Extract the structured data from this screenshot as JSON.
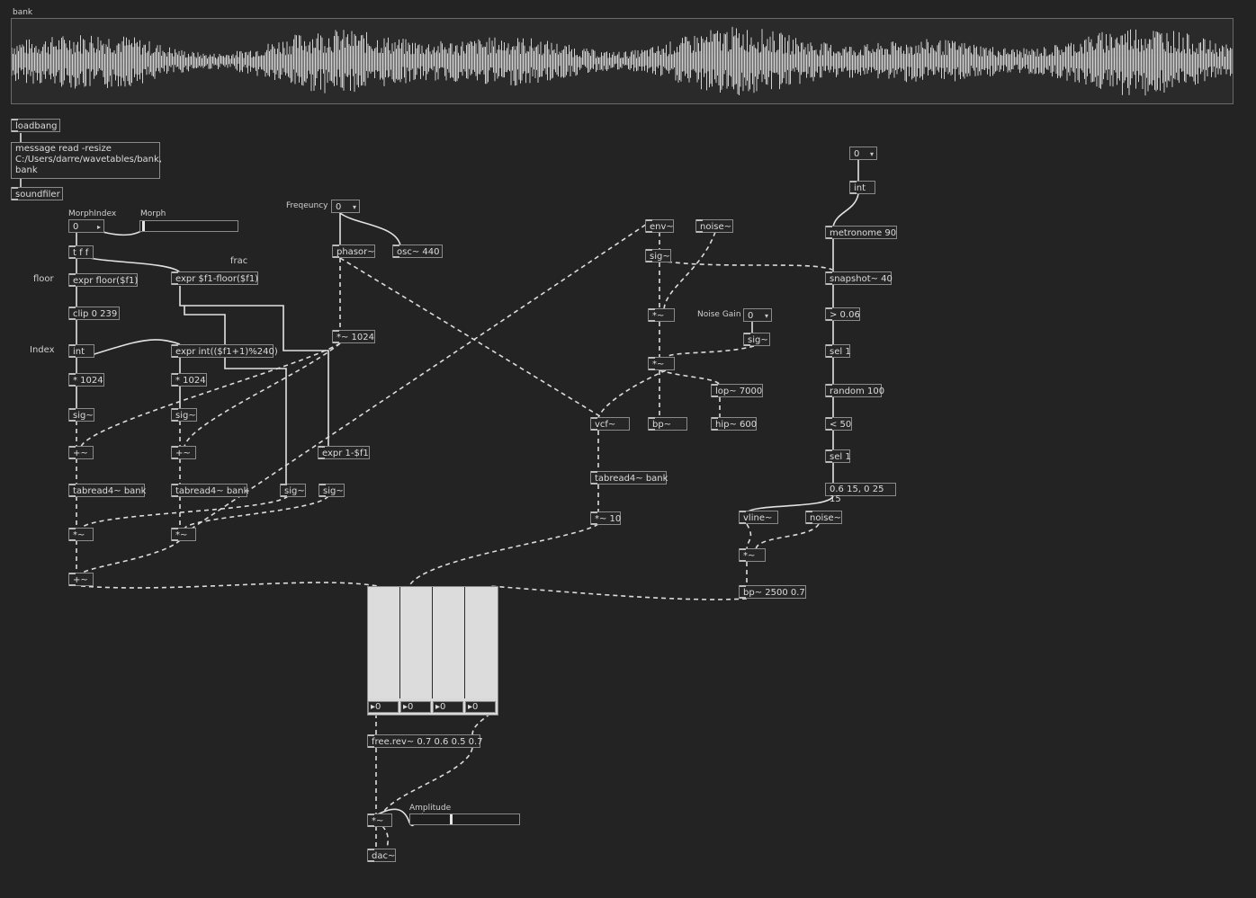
{
  "bank": {
    "label": "bank"
  },
  "labels": {
    "floor": "floor",
    "index": "Index",
    "frac": "frac",
    "morphindex": "MorphIndex",
    "morph": "Morph",
    "frequency": "Freqeuncy",
    "noise_gain": "Noise Gain",
    "amplitude": "Amplitude"
  },
  "objects": {
    "loadbang": "loadbang",
    "message": "message read -resize C:/Users/darre/wavetables/bank, bank",
    "soundfiler": "soundfiler",
    "tff": "t f f",
    "expr_floor": "expr floor($f1)",
    "expr_frac": "expr $f1-floor($f1)",
    "clip": "clip 0 239",
    "int_left": "int",
    "expr_int": "expr int(($f1+1)%240)",
    "mul1024_a": "* 1024",
    "mul1024_b": "* 1024",
    "sig_a": "sig~",
    "sig_b": "sig~",
    "plus_a": "+~",
    "plus_b": "+~",
    "tabread_a": "tabread4~ bank",
    "tabread_b": "tabread4~ bank",
    "sig_c": "sig~",
    "sig_d": "sig~",
    "expr_1minus": "expr 1-$f1",
    "mul_a": "*~",
    "mul_b": "*~",
    "plus_out": "+~",
    "phasor": "phasor~",
    "osc": "osc~ 440",
    "mul_1024_sig": "*~ 1024",
    "env": "env~",
    "noise_top": "noise~",
    "sig_env": "sig~",
    "mul_env": "*~",
    "mul_env2": "*~",
    "sig_gain": "sig~",
    "lop": "lop~ 7000",
    "hip": "hip~ 600",
    "bp_small": "bp~",
    "vcf": "vcf~",
    "tabread_vcf": "tabread4~ bank",
    "mul10": "*~ 10",
    "int_right": "int",
    "metronome": "metronome 90",
    "snapshot": "snapshot~ 40",
    "gt": "> 0.06",
    "sel1_a": "sel 1",
    "random": "random 100",
    "lt50": "< 50",
    "sel1_b": "sel 1",
    "vline_msg": "0.6 15, 0 25 15",
    "vline": "vline~",
    "noise_bottom": "noise~",
    "mul_vline": "*~",
    "bp2500": "bp~ 2500 0.7",
    "freerev": "free.rev~ 0.7 0.6 0.5 0.7",
    "mul_amp": "*~",
    "dac": "dac~"
  },
  "numbers": {
    "morphindex": "0",
    "frequency": "0",
    "noise_gain": "0",
    "top_right": "0"
  },
  "mixer": {
    "channels": [
      "0",
      "0",
      "0",
      "0"
    ]
  },
  "sliders": {
    "morph_value": 0.02,
    "amplitude_value": 0.37
  }
}
